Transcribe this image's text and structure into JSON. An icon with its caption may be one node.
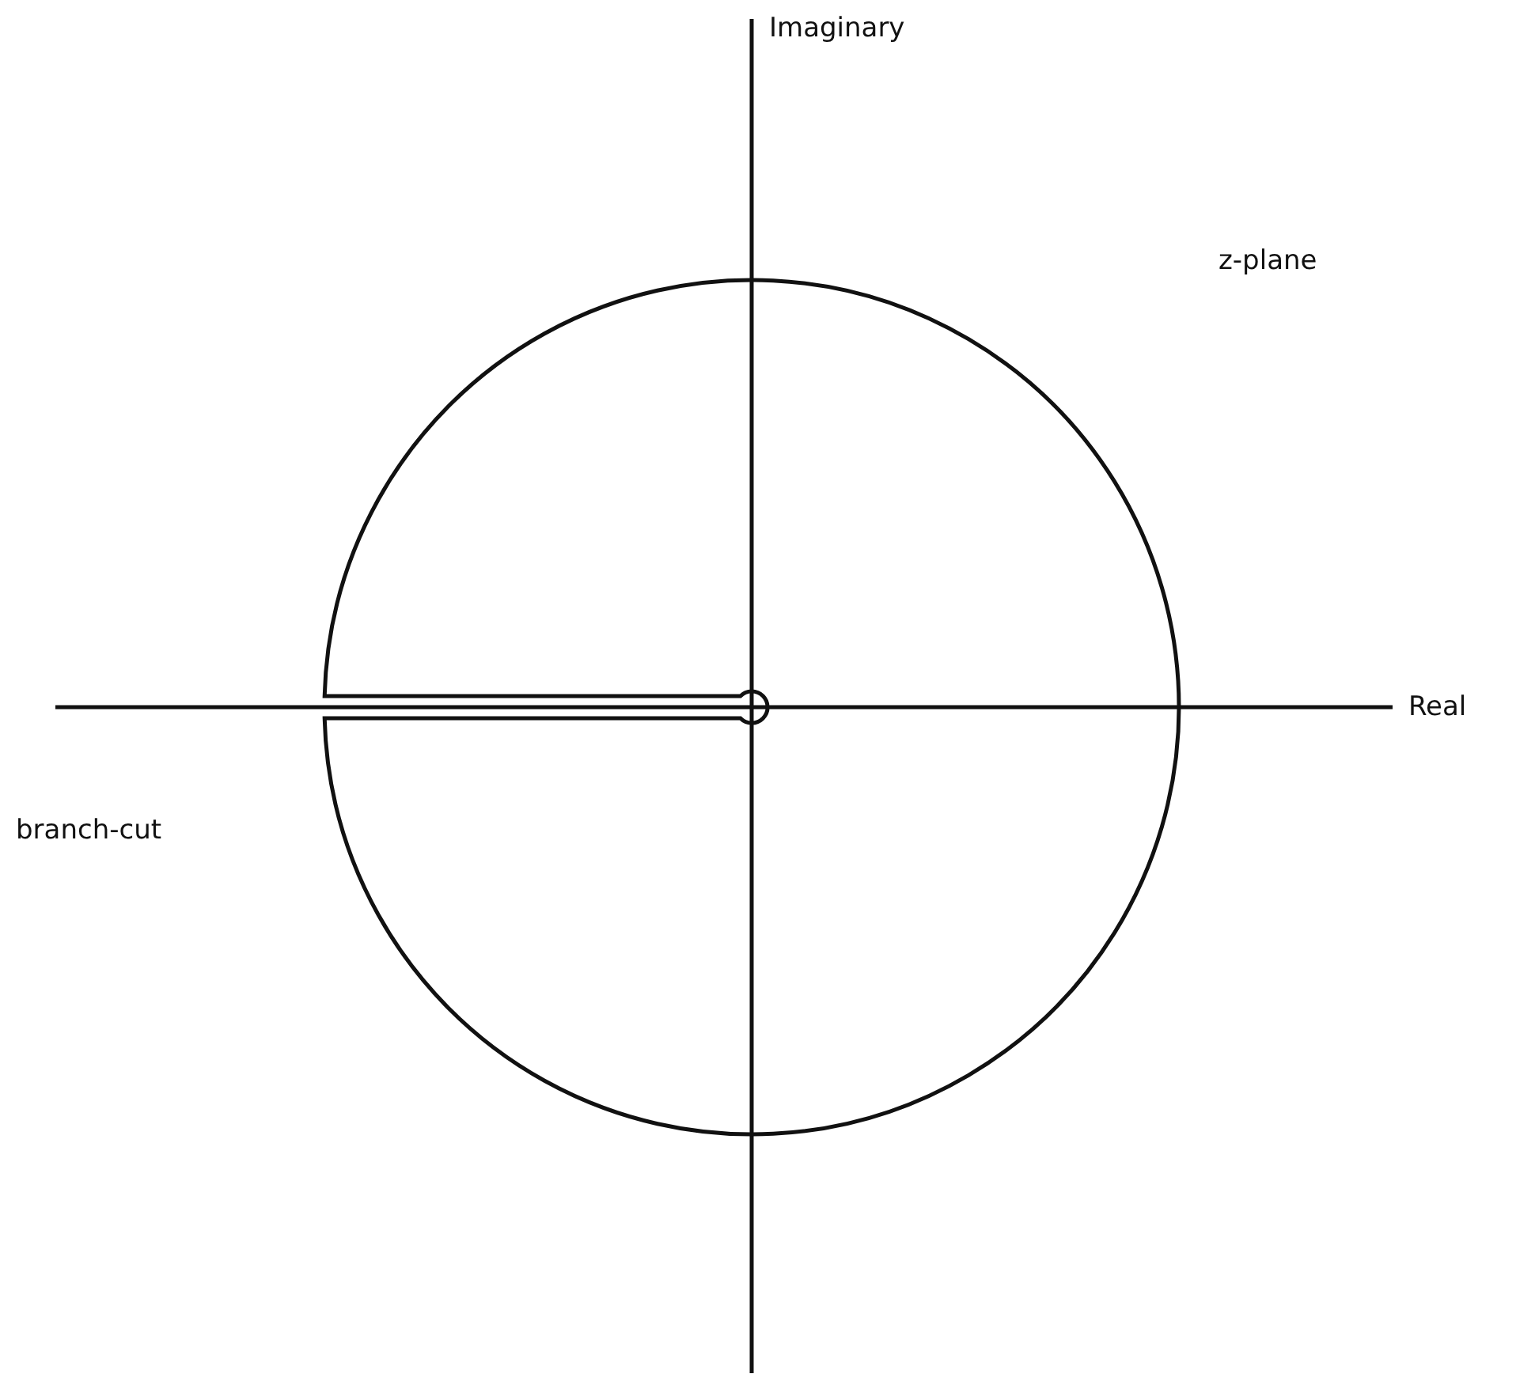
{
  "diagram": {
    "labels": [
      "Imaginary",
      "z-plane",
      "Real",
      "branch-cut"
    ]
  }
}
